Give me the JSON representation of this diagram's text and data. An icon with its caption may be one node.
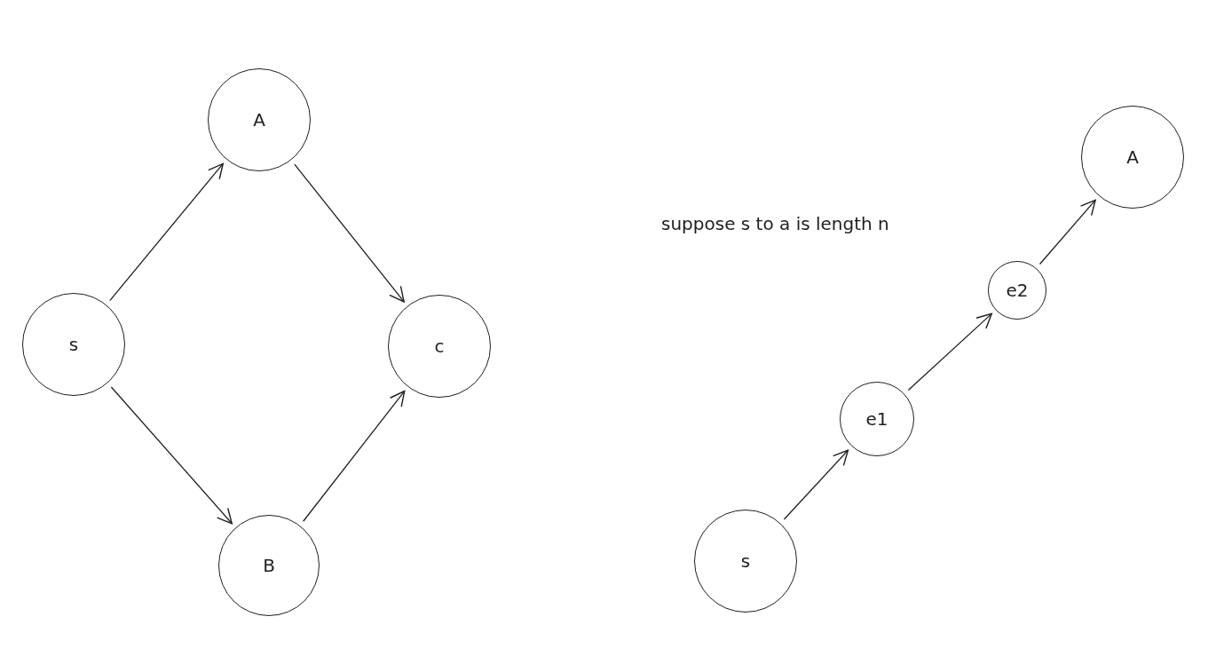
{
  "diagram": {
    "nodes": [
      {
        "text": [
          "A"
        ]
      },
      {
        "text": [
          "s"
        ]
      },
      {
        "text": [
          "c"
        ]
      },
      {
        "text": [
          "B"
        ]
      },
      {
        "text": [
          "A"
        ]
      },
      {
        "text": [
          "e2"
        ]
      },
      {
        "text": [
          "e1"
        ]
      },
      {
        "text": [
          "s"
        ]
      }
    ],
    "edges": [
      {
        "from": 1,
        "to": 0,
        "arrow": "to"
      },
      {
        "from": 0,
        "to": 2,
        "arrow": "to"
      },
      {
        "from": 1,
        "to": 3,
        "arrow": "to"
      },
      {
        "from": 3,
        "to": 2,
        "arrow": "to"
      },
      {
        "from": 7,
        "to": 6,
        "arrow": "to"
      },
      {
        "from": 6,
        "to": 5,
        "arrow": "to"
      },
      {
        "from": 5,
        "to": 4,
        "arrow": "to"
      }
    ],
    "labels": [
      "suppose s to a is length n"
    ]
  }
}
